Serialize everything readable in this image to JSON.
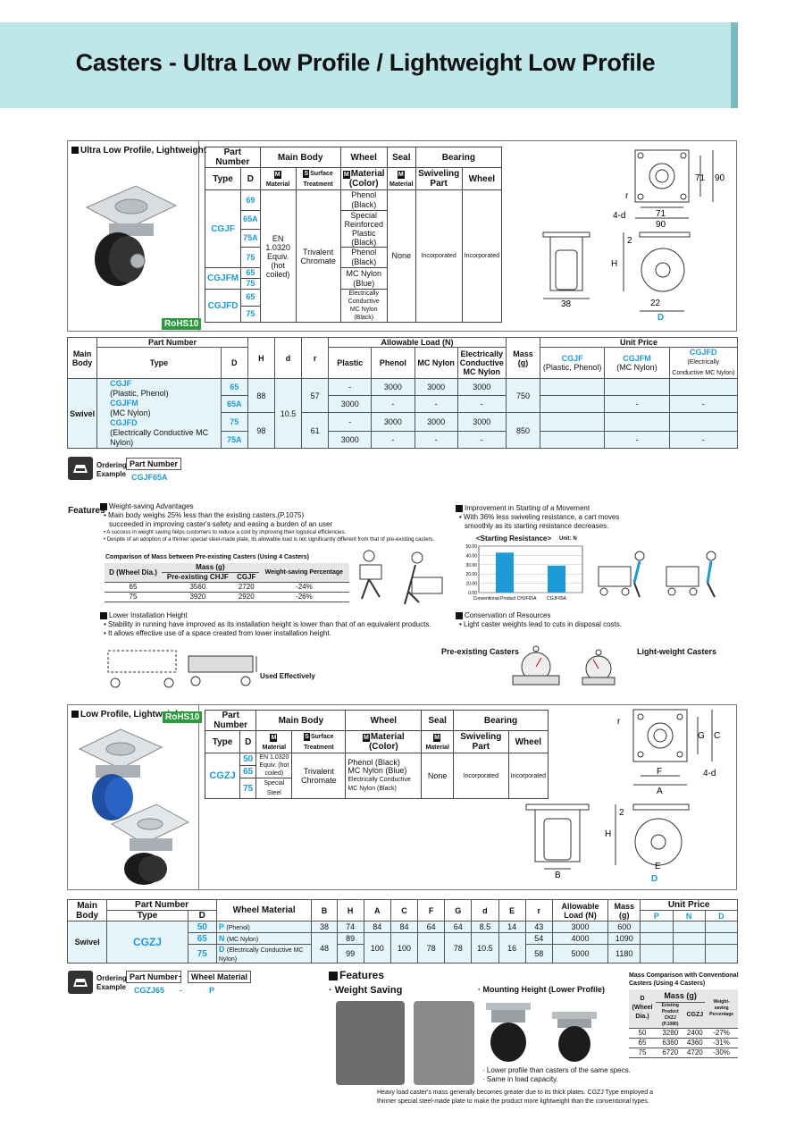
{
  "title": "Casters - Ultra Low Profile / Lightweight Low Profile",
  "colors": {
    "accent_blue": "#1e9ad6",
    "header_bg": "#bfe6e9",
    "header_shade": "#7ab9bd",
    "rohs_green": "#2a9b3d",
    "row_tint": "#e6f5f9"
  },
  "sec1": {
    "label": "Ultra Low Profile, Lightweight",
    "rohs": "RoHS10",
    "spec": {
      "h_part_number": "Part Number",
      "h_main_body": "Main Body",
      "h_wheel": "Wheel",
      "h_seal": "Seal",
      "h_bearing": "Bearing",
      "h_type": "Type",
      "h_d": "D",
      "h_material": "Material",
      "h_surface": "Surface Treatment",
      "h_material_color": "Material (Color)",
      "h_swiveling": "Swiveling Part",
      "h_wheel2": "Wheel",
      "mk_m": "M",
      "mk_s": "S",
      "types": [
        "CGJF",
        "CGJFM",
        "CGJFD"
      ],
      "ds": [
        "69",
        "65A",
        "75A",
        "75",
        "65",
        "75",
        "65",
        "75"
      ],
      "material": "EN 1.0320 Equiv. (hot coiled)",
      "surface": "Trivalent Chromate",
      "wheels": [
        "Phenol (Black)",
        "Special Reinforced Plastic (Black)",
        "Phenol (Black)",
        "MC Nylon (Blue)",
        "Electrically Conductive MC Nylon (Black)"
      ],
      "seal": "None",
      "swivel": "Incorporated",
      "wheel_bearing": "Incorporated"
    },
    "dims": {
      "top_71": "71",
      "top_90": "90",
      "right_71": "71",
      "right_90": "90",
      "r": "r",
      "hole": "4-d",
      "two": "2",
      "H": "H",
      "w38": "38",
      "w22": "22",
      "D": "D"
    },
    "main": {
      "h_main_body": "Main Body",
      "h_part_number": "Part Number",
      "h_type": "Type",
      "h_d": "D",
      "h_H": "H",
      "h_d2": "d",
      "h_r": "r",
      "h_load": "Allowable Load (N)",
      "h_plastic": "Plastic",
      "h_phenol": "Phenol",
      "h_mcnylon": "MC Nylon",
      "h_conductive": "Electrically Conductive MC Nylon",
      "h_mass": "Mass (g)",
      "h_price": "Unit Price",
      "p1": "CGJF",
      "p1s": "(Plastic, Phenol)",
      "p2": "CGJFM",
      "p2s": "(MC Nylon)",
      "p3": "CGJFD",
      "p3s": "(Electrically Conductive MC Nylon)",
      "body": "Swivel",
      "types": [
        "CGJF",
        "(Plastic, Phenol)",
        "CGJFM",
        "(MC Nylon)",
        "CGJFD",
        "(Electrically Conductive MC Nylon)"
      ],
      "rows": [
        {
          "D": "65",
          "plastic": "-",
          "phenol": "3000",
          "mc": "3000",
          "cond": "3000",
          "p1": "",
          "p2": "",
          "p3": ""
        },
        {
          "D": "65A",
          "plastic": "3000",
          "phenol": "-",
          "mc": "-",
          "cond": "-",
          "p1": "",
          "p2": "-",
          "p3": "-"
        },
        {
          "D": "75",
          "plastic": "-",
          "phenol": "3000",
          "mc": "3000",
          "cond": "3000",
          "p1": "",
          "p2": "",
          "p3": ""
        },
        {
          "D": "75A",
          "plastic": "3000",
          "phenol": "-",
          "mc": "-",
          "cond": "-",
          "p1": "",
          "p2": "-",
          "p3": "-"
        }
      ],
      "H": [
        "88",
        "98"
      ],
      "d": "10.5",
      "r": [
        "57",
        "61"
      ],
      "mass": [
        "750",
        "850"
      ]
    },
    "ordering": {
      "label1": "Ordering",
      "label2": "Example",
      "box": "Part Number",
      "value": "CGJF65A"
    }
  },
  "features1": {
    "title": "Features",
    "ws_title": "Weight-saving Advantages",
    "ws_lines": [
      "• Main body weighs 25% less than the existing casters.(P.1075)",
      "succeeded in improving caster's safety and easing a burden of an user",
      "• A success in weight saving helps customers to reduce a cost by improving their logistical efficiencies.",
      "• Despite of an adoption of a thinner special steel-made plate, its allowable load is not significantly different from that of pre-existing casters."
    ],
    "cmp_title": "Comparison of Mass between Pre-existing Casters (Using 4 Casters)",
    "cmp_h_d": "D (Wheel Dia.)",
    "cmp_h_mass": "Mass (g)",
    "cmp_h_pre": "Pre-existing CHJF",
    "cmp_h_cgjf": "CGJF",
    "cmp_h_pct": "Weight-saving Percentage",
    "cmp_rows": [
      [
        "65",
        "3560",
        "2720",
        "-24%"
      ],
      [
        "75",
        "3920",
        "2920",
        "-26%"
      ]
    ],
    "li_title": "Lower Installation Height",
    "li_lines": [
      "• Stability in running have improved as its installation height is lower than that of an equivalent products.",
      "• It allows effective use of a space created from lower installation height."
    ],
    "used": "Used Effectively",
    "im_title": "Improvement in Starting of a Movement",
    "im_lines": [
      "• With 36% less swiveling resistance, a cart moves",
      "smoothly as its starting resistance decreases."
    ],
    "cr_title": "Conservation of Resources",
    "cr_lines": [
      "• Light caster weights lead to cuts in disposal costs."
    ],
    "pre_casters": "Pre-existing Casters",
    "light_casters": "Light-weight Casters"
  },
  "chart_data": {
    "type": "bar",
    "title": "<Starting Resistance>",
    "ylabel": "Unit: N",
    "categories": [
      "Conventional Product CHJF65A",
      "CGJF65A"
    ],
    "values": [
      43,
      29
    ],
    "yticks": [
      "0.00",
      "10.00",
      "20.00",
      "30.00",
      "40.00",
      "50.00"
    ],
    "ylim": [
      0,
      50
    ],
    "color": "#1e9ad6"
  },
  "sec2": {
    "label": "Low Profile, Lightweight",
    "rohs": "RoHS10",
    "spec": {
      "h_part_number": "Part Number",
      "h_main_body": "Main Body",
      "h_wheel": "Wheel",
      "h_seal": "Seal",
      "h_bearing": "Bearing",
      "h_type": "Type",
      "h_d": "D",
      "h_material": "Material",
      "h_surface": "Surface Treatment",
      "h_material_color": "Material (Color)",
      "h_swiveling": "Swiveling Part",
      "h_wheel2": "Wheel",
      "type": "CGZJ",
      "ds": [
        "50",
        "65",
        "75"
      ],
      "material1": "EN 1.0320 Equiv. (hot coiled)",
      "material2": "Special Steel",
      "surface": "Trivalent Chromate",
      "wheels": [
        "Phenol (Black)",
        "MC Nylon (Blue)",
        "Electrically Conductive MC Nylon (Black)"
      ],
      "seal": "None",
      "swivel": "Incorporated",
      "wheel_bearing": "Incorporated"
    },
    "dims": {
      "r": "r",
      "G": "G",
      "C": "C",
      "F": "F",
      "A": "A",
      "hole": "4-d",
      "two": "2",
      "H": "H",
      "B": "B",
      "E": "E",
      "D": "D"
    },
    "main": {
      "h_main_body": "Main Body",
      "h_part_number": "Part Number",
      "h_type": "Type",
      "h_d": "D",
      "h_wheel_mat": "Wheel Material",
      "h_cols": [
        "B",
        "H",
        "A",
        "C",
        "F",
        "G",
        "d",
        "E",
        "r"
      ],
      "h_load": "Allowable Load (N)",
      "h_mass": "Mass (g)",
      "h_price": "Unit Price",
      "price_cols": [
        "P",
        "N",
        "D"
      ],
      "body": "Swivel",
      "type": "CGZJ",
      "mat_codes": [
        "P",
        "N",
        "D"
      ],
      "mat_names": [
        "(Phenol)",
        "(MC Nylon)",
        "(Electrically Conductive MC Nylon)"
      ],
      "rows": [
        {
          "D": "50",
          "B": "38",
          "H": "74",
          "A": "84",
          "C": "84",
          "F": "64",
          "G": "64",
          "d": "8.5",
          "E": "14",
          "r": "43",
          "load": "3000",
          "mass": "600"
        },
        {
          "D": "65",
          "H": "89",
          "r": "54",
          "load": "4000",
          "mass": "1090"
        },
        {
          "D": "75",
          "H": "99",
          "r": "58",
          "load": "5000",
          "mass": "1180"
        }
      ],
      "merged": {
        "B": "48",
        "A": "100",
        "C": "100",
        "F": "78",
        "G": "78",
        "d": "10.5",
        "E": "16"
      }
    },
    "ordering": {
      "label1": "Ordering",
      "label2": "Example",
      "box1": "Part Number",
      "dash": "-",
      "box2": "Wheel Material",
      "v1": "CGZJ65",
      "v2": "P"
    }
  },
  "features2": {
    "title": "Features",
    "ws": "· Weight Saving",
    "mh": "· Mounting Height (Lower Profile)",
    "mh_lines": [
      "· Lower profile than casters of the same specs.",
      "· Same in load capacity."
    ],
    "note": [
      "Heavy load caster's mass generally becomes greater due to its thick plates. CGZJ Type employed a",
      "thinner special steel-made plate to make the product more lightweight than the conventional types."
    ],
    "mc_title": "Mass Comparison with Conventional Casters (Using 4 Casters)",
    "mc_h_d": "D (Wheel Dia.)",
    "mc_h_mass": "Mass (g)",
    "mc_h_exist": "Existing Product CKZJ (P.1080)",
    "mc_h_cgzj": "CGZJ",
    "mc_h_pct": "Weight-saving Percentage",
    "mc_rows": [
      [
        "50",
        "3280",
        "2400",
        "-27%"
      ],
      [
        "65",
        "6360",
        "4360",
        "-31%"
      ],
      [
        "75",
        "6720",
        "4720",
        "-30%"
      ]
    ]
  }
}
